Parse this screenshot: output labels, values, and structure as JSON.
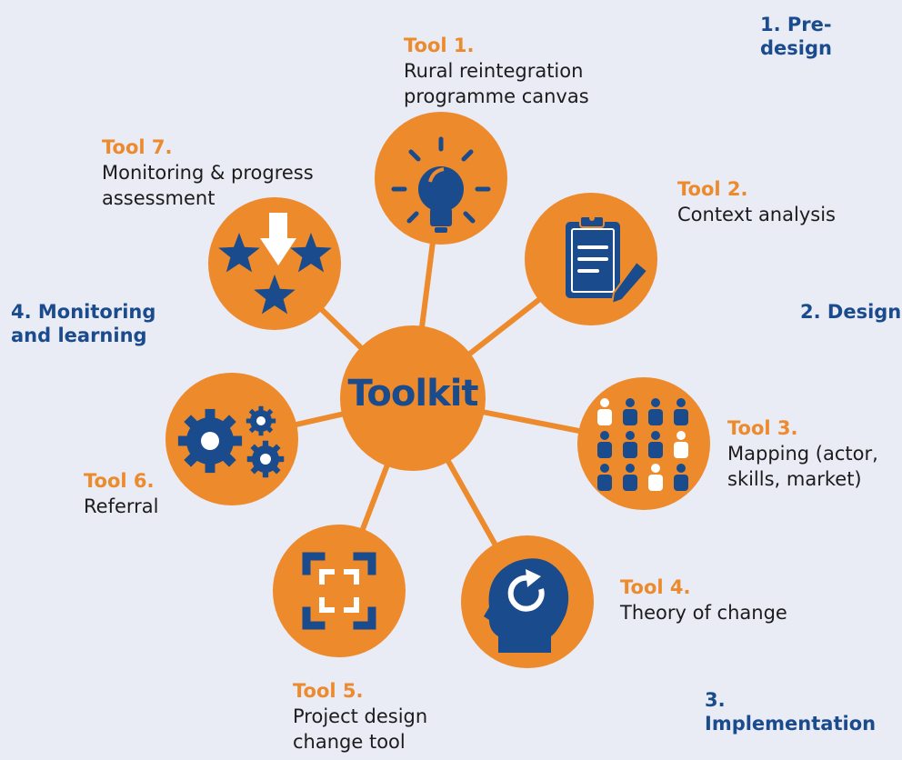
{
  "hub": {
    "label": "Toolkit"
  },
  "phases": [
    {
      "id": "pre-design",
      "label": "1. Pre-design"
    },
    {
      "id": "design",
      "label": "2. Design"
    },
    {
      "id": "implementation",
      "label": "3. Implementation"
    },
    {
      "id": "monitoring",
      "label": "4. Monitoring and learning"
    }
  ],
  "tools": [
    {
      "name": "Tool 1.",
      "desc": "Rural reintegration programme canvas",
      "icon": "lightbulb-icon"
    },
    {
      "name": "Tool 2.",
      "desc": "Context analysis",
      "icon": "clipboard-pencil-icon"
    },
    {
      "name": "Tool 3.",
      "desc": "Mapping (actor, skills, market)",
      "icon": "people-grid-icon"
    },
    {
      "name": "Tool 4.",
      "desc": "Theory of change",
      "icon": "head-cycle-icon"
    },
    {
      "name": "Tool 5.",
      "desc": "Project design change tool",
      "icon": "frame-corners-icon"
    },
    {
      "name": "Tool 6.",
      "desc": "Referral",
      "icon": "gears-icon"
    },
    {
      "name": "Tool 7.",
      "desc": "Monitoring & progress assessment",
      "icon": "stars-arrow-icon"
    }
  ],
  "colors": {
    "background": "#e9ebf5",
    "orange": "#ec8a2c",
    "blue": "#1a4b8c",
    "white": "#ffffff"
  }
}
